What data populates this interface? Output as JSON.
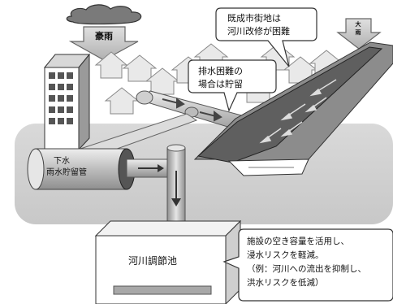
{
  "arrows": {
    "heavy_rain": "豪雨",
    "rain": [
      "大",
      "雨"
    ]
  },
  "callouts": {
    "urban_area": [
      "既成市街地は",
      "河川改修が困難"
    ],
    "storage": [
      "排水困難の",
      "場合は貯留"
    ],
    "benefit": [
      "施設の空き容量を活用し、",
      "浸水リスクを軽減。",
      "（例：河川への流出を抑制し、",
      "洪水リスクを低減）"
    ]
  },
  "labels": {
    "sewer_storage": [
      "下水",
      "雨水貯留管"
    ],
    "river_pond": "河川調節池"
  },
  "icons": [
    "cloud-icon",
    "building-icon",
    "house-icon"
  ]
}
